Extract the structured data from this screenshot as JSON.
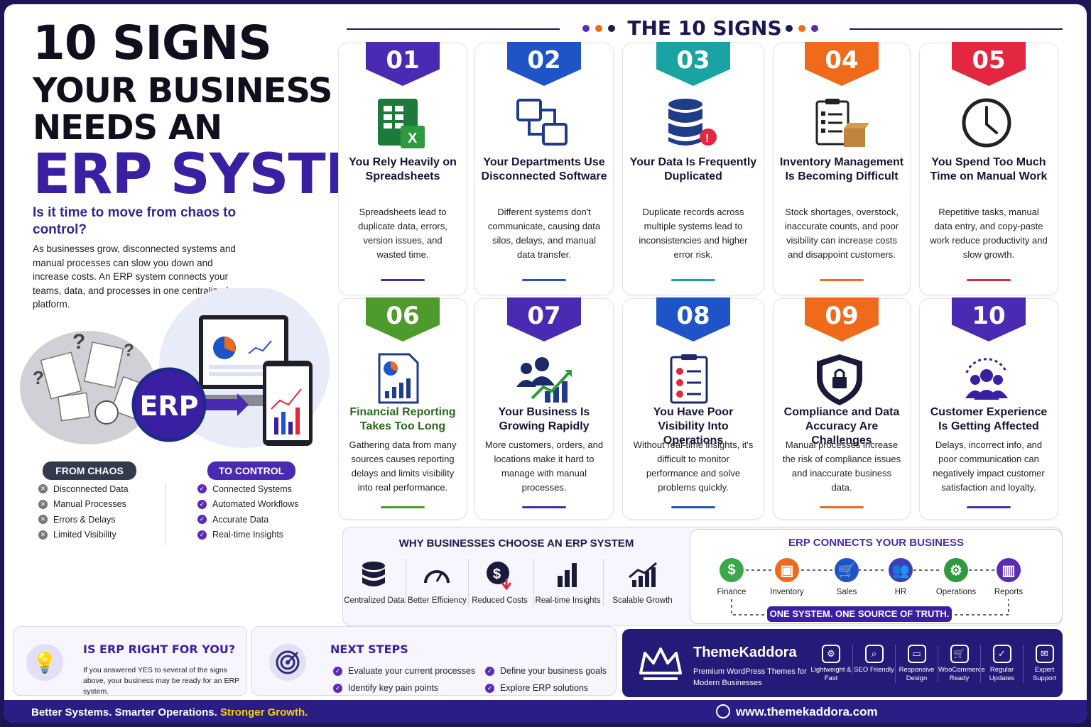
{
  "hero": {
    "line1": "10 SIGNS",
    "line2": "YOUR BUSINESS",
    "line3": "NEEDS AN",
    "line4": "ERP SYSTEM"
  },
  "question": "Is it time to move from chaos to control?",
  "intro": "As businesses grow, disconnected systems and manual processes can slow you down and increase costs. An ERP system connects your teams, data, and processes in one centralized platform.",
  "erp_badge": "ERP",
  "chaos": {
    "label": "FROM CHAOS",
    "items": [
      "Disconnected Data",
      "Manual Processes",
      "Errors & Delays",
      "Limited Visibility"
    ]
  },
  "control": {
    "label": "TO CONTROL",
    "items": [
      "Connected Systems",
      "Automated Workflows",
      "Accurate Data",
      "Real-time Insights"
    ]
  },
  "signs_heading": "THE 10 SIGNS",
  "signs": [
    {
      "num": "01",
      "title": "You Rely Heavily on Spreadsheets",
      "desc": "Spreadsheets lead to duplicate data, errors, version issues, and wasted time.",
      "color": "#4a2ab2",
      "icon": "spreadsheet-icon"
    },
    {
      "num": "02",
      "title": "Your Departments Use Disconnected Software",
      "desc": "Different systems don't communicate, causing data silos, delays, and manual data transfer.",
      "color": "#1e54c8",
      "icon": "disconnected-boxes-icon"
    },
    {
      "num": "03",
      "title": "Your Data Is Frequently Duplicated",
      "desc": "Duplicate records across multiple systems lead to inconsistencies and higher error risk.",
      "color": "#1aa3a3",
      "icon": "database-alert-icon"
    },
    {
      "num": "04",
      "title": "Inventory Management Is Becoming Difficult",
      "desc": "Stock shortages, overstock, inaccurate counts, and poor visibility can increase costs and disappoint customers.",
      "color": "#f06a1c",
      "icon": "clipboard-box-icon"
    },
    {
      "num": "05",
      "title": "You Spend Too Much Time on Manual Work",
      "desc": "Repetitive tasks, manual data entry, and copy-paste work reduce productivity and slow growth.",
      "color": "#e3273f",
      "icon": "clock-icon"
    },
    {
      "num": "06",
      "title": "Financial Reporting Takes Too Long",
      "desc": "Gathering data from many sources causes reporting delays and limits visibility into real performance.",
      "color": "#4e9a2c",
      "icon": "report-icon"
    },
    {
      "num": "07",
      "title": "Your Business Is Growing Rapidly",
      "desc": "More customers, orders, and locations make it hard to manage with manual processes.",
      "color": "#4a2ab2",
      "icon": "growth-team-icon"
    },
    {
      "num": "08",
      "title": "You Have Poor Visibility Into Operations",
      "desc": "Without real-time insights, it's difficult to monitor performance and solve problems quickly.",
      "color": "#1e54c8",
      "icon": "checklist-icon"
    },
    {
      "num": "09",
      "title": "Compliance and Data Accuracy Are Challenges",
      "desc": "Manual processes increase the risk of compliance issues and inaccurate business data.",
      "color": "#f06a1c",
      "icon": "shield-lock-icon"
    },
    {
      "num": "10",
      "title": "Customer Experience Is Getting Affected",
      "desc": "Delays, incorrect info, and poor communication can negatively impact customer satisfaction and loyalty.",
      "color": "#4a2ab2",
      "icon": "customers-icon"
    }
  ],
  "why": {
    "title": "WHY BUSINESSES CHOOSE AN ERP SYSTEM",
    "items": [
      "Centralized Data",
      "Better Efficiency",
      "Reduced Costs",
      "Real-time Insights",
      "Scalable Growth"
    ]
  },
  "connects": {
    "title": "ERP CONNECTS YOUR BUSINESS",
    "nodes": [
      {
        "label": "Finance",
        "symbol": "$",
        "color": "#3aa84a"
      },
      {
        "label": "Inventory",
        "symbol": "▣",
        "color": "#f06a1c"
      },
      {
        "label": "Sales",
        "symbol": "🛒",
        "color": "#1e54c8"
      },
      {
        "label": "HR",
        "symbol": "👥",
        "color": "#3b3fb8"
      },
      {
        "label": "Operations",
        "symbol": "⚙",
        "color": "#2e9a3e"
      },
      {
        "label": "Reports",
        "symbol": "▥",
        "color": "#5b2bb8"
      }
    ],
    "tagline": "ONE SYSTEM. ONE SOURCE OF TRUTH."
  },
  "right_for_you": {
    "title": "IS ERP RIGHT FOR YOU?",
    "text": "If you answered YES to several of the signs above, your business may be ready for an ERP system."
  },
  "next_steps": {
    "title": "NEXT STEPS",
    "items": [
      "Evaluate your current processes",
      "Identify key pain points",
      "Define your business goals",
      "Explore ERP solutions"
    ]
  },
  "brand": {
    "name": "ThemeKaddora",
    "tagline": "Premium WordPress Themes for Modern Businesses",
    "features": [
      "Lightweight & Fast",
      "SEO Friendly",
      "Responsive Design",
      "WooCommerce Ready",
      "Regular Updates",
      "Expert Support"
    ]
  },
  "footer": {
    "left_a": "Better Systems. Smarter Operations. ",
    "left_b": "Stronger Growth.",
    "url": "www.themekaddora.com"
  }
}
